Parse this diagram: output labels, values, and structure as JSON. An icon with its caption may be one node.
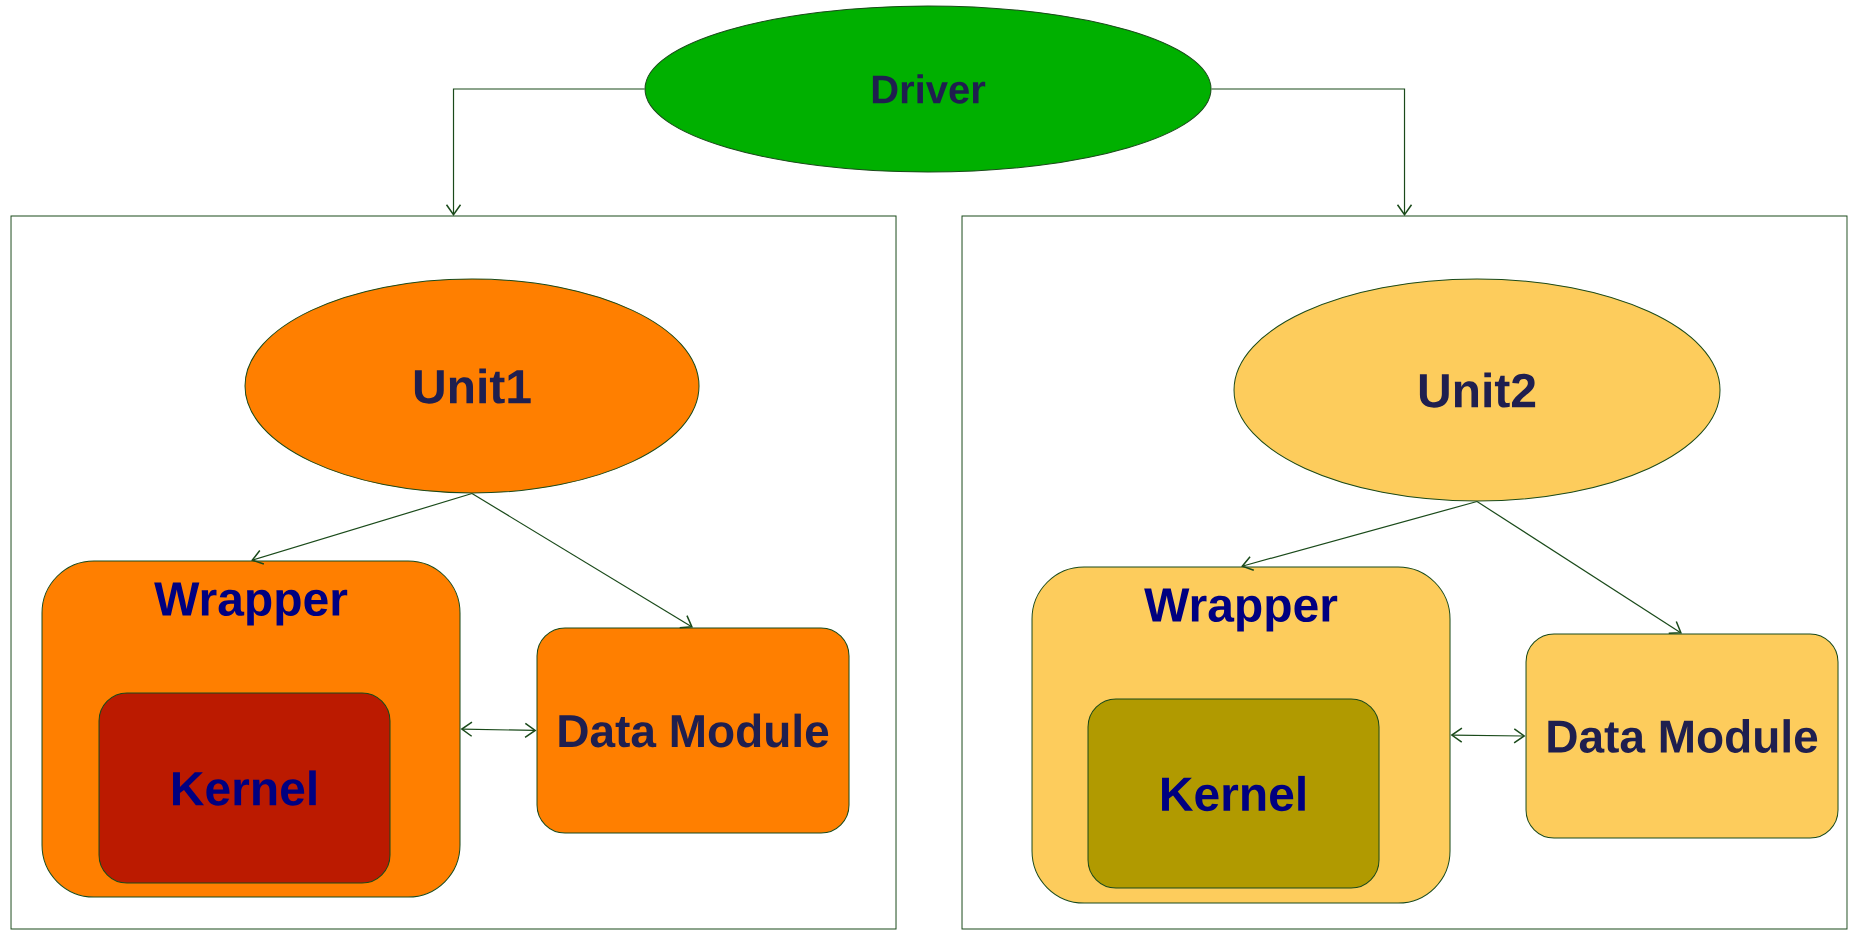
{
  "diagram": {
    "nodes": [
      {
        "text": [
          "Driver"
        ]
      },
      {
        "text": [],
        "shape": "box"
      },
      {
        "text": [
          "Unit1"
        ],
        "in": 1
      },
      {
        "text": [
          "Wrapper"
        ],
        "in": 1
      },
      {
        "text": [
          "Kernel"
        ],
        "in": 3
      },
      {
        "text": [
          "Data Module"
        ],
        "in": 1
      },
      {
        "text": [],
        "shape": "box"
      },
      {
        "text": [
          "Unit2"
        ],
        "in": 6
      },
      {
        "text": [
          "Wrapper"
        ],
        "in": 6
      },
      {
        "text": [
          "Kernel"
        ],
        "in": 8
      },
      {
        "text": [
          "Data Module"
        ],
        "in": 6
      }
    ],
    "edges": [
      {
        "from": 0,
        "to": 1,
        "arrow": "to"
      },
      {
        "from": 0,
        "to": 6,
        "arrow": "to"
      },
      {
        "from": 2,
        "to": 3,
        "arrow": "to"
      },
      {
        "from": 2,
        "to": 5,
        "arrow": "to"
      },
      {
        "from": 3,
        "to": 5,
        "arrow": "both"
      },
      {
        "from": 7,
        "to": 8,
        "arrow": "to"
      },
      {
        "from": 7,
        "to": 10,
        "arrow": "to"
      },
      {
        "from": 8,
        "to": 10,
        "arrow": "both"
      }
    ]
  }
}
